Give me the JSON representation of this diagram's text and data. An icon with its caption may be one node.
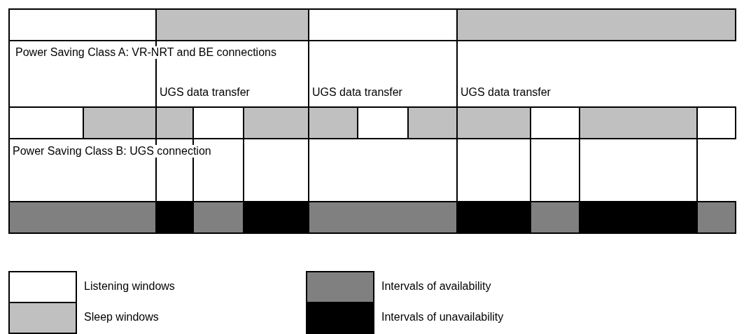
{
  "diagram": {
    "labels": [
      "Power Saving Class A: VR-NRT and BE connections",
      "UGS data transfer",
      "UGS data transfer",
      "UGS data transfer",
      "Power Saving Class B: UGS connection"
    ],
    "legend": [
      {
        "text": "Listening windows",
        "color": "#ffffff"
      },
      {
        "text": "Sleep windows",
        "color": "#c0c0c0"
      },
      {
        "text": "Intervals of availability",
        "color": "#808080"
      },
      {
        "text": "Intervals of unavailability",
        "color": "#000000"
      }
    ]
  }
}
